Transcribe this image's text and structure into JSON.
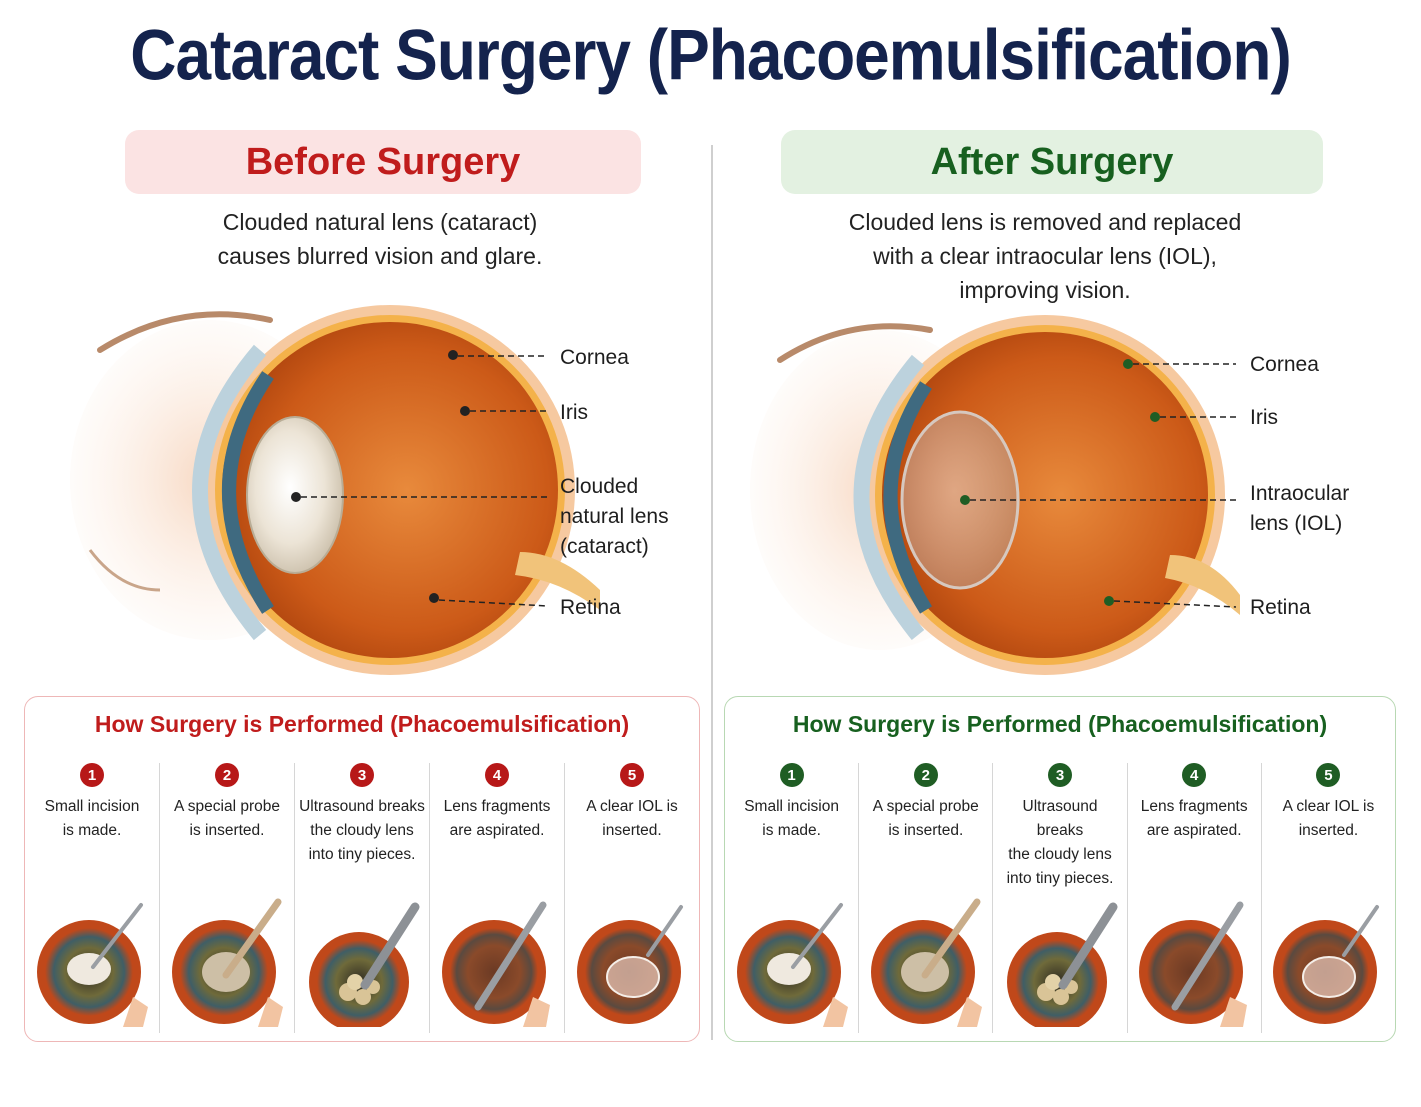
{
  "title": "Cataract Surgery (Phacoemulsification)",
  "before": {
    "heading": "Before Surgery",
    "description_line1": "Clouded natural lens (cataract)",
    "description_line2": "causes blurred vision and glare.",
    "labels": {
      "cornea": "Cornea",
      "iris": "Iris",
      "lens_line1": "Clouded",
      "lens_line2": "natural lens",
      "lens_line3": "(cataract)",
      "retina": "Retina"
    },
    "steps_title": "How Surgery is Performed (Phacoemulsification)",
    "steps": [
      {
        "num": "1",
        "line1": "Small incision",
        "line2": "is made.",
        "line3": ""
      },
      {
        "num": "2",
        "line1": "A special probe",
        "line2": "is inserted.",
        "line3": ""
      },
      {
        "num": "3",
        "line1": "Ultrasound breaks",
        "line2": "the cloudy lens",
        "line3": "into tiny pieces."
      },
      {
        "num": "4",
        "line1": "Lens fragments",
        "line2": "are aspirated.",
        "line3": ""
      },
      {
        "num": "5",
        "line1": "A clear IOL is",
        "line2": "inserted.",
        "line3": ""
      }
    ]
  },
  "after": {
    "heading": "After Surgery",
    "description_line1": "Clouded lens is removed and replaced",
    "description_line2": "with a clear intraocular lens (IOL),",
    "description_line3": "improving vision.",
    "labels": {
      "cornea": "Cornea",
      "iris": "Iris",
      "lens_line1": "Intraocular",
      "lens_line2": "lens (IOL)",
      "retina": "Retina"
    },
    "steps_title": "How Surgery is Performed (Phacoemulsification)",
    "steps": [
      {
        "num": "1",
        "line1": "Small incision",
        "line2": "is made.",
        "line3": ""
      },
      {
        "num": "2",
        "line1": "A special probe",
        "line2": "is inserted.",
        "line3": ""
      },
      {
        "num": "3",
        "line1": "Ultrasound breaks",
        "line2": "the cloudy lens",
        "line3": "into tiny pieces."
      },
      {
        "num": "4",
        "line1": "Lens fragments",
        "line2": "are aspirated.",
        "line3": ""
      },
      {
        "num": "5",
        "line1": "A clear IOL is",
        "line2": "inserted.",
        "line3": ""
      }
    ]
  },
  "colors": {
    "title": "#14234d",
    "before_accent": "#c01c1c",
    "after_accent": "#17601f",
    "eyeball": "#d2661f",
    "sclera": "#f0a060"
  }
}
